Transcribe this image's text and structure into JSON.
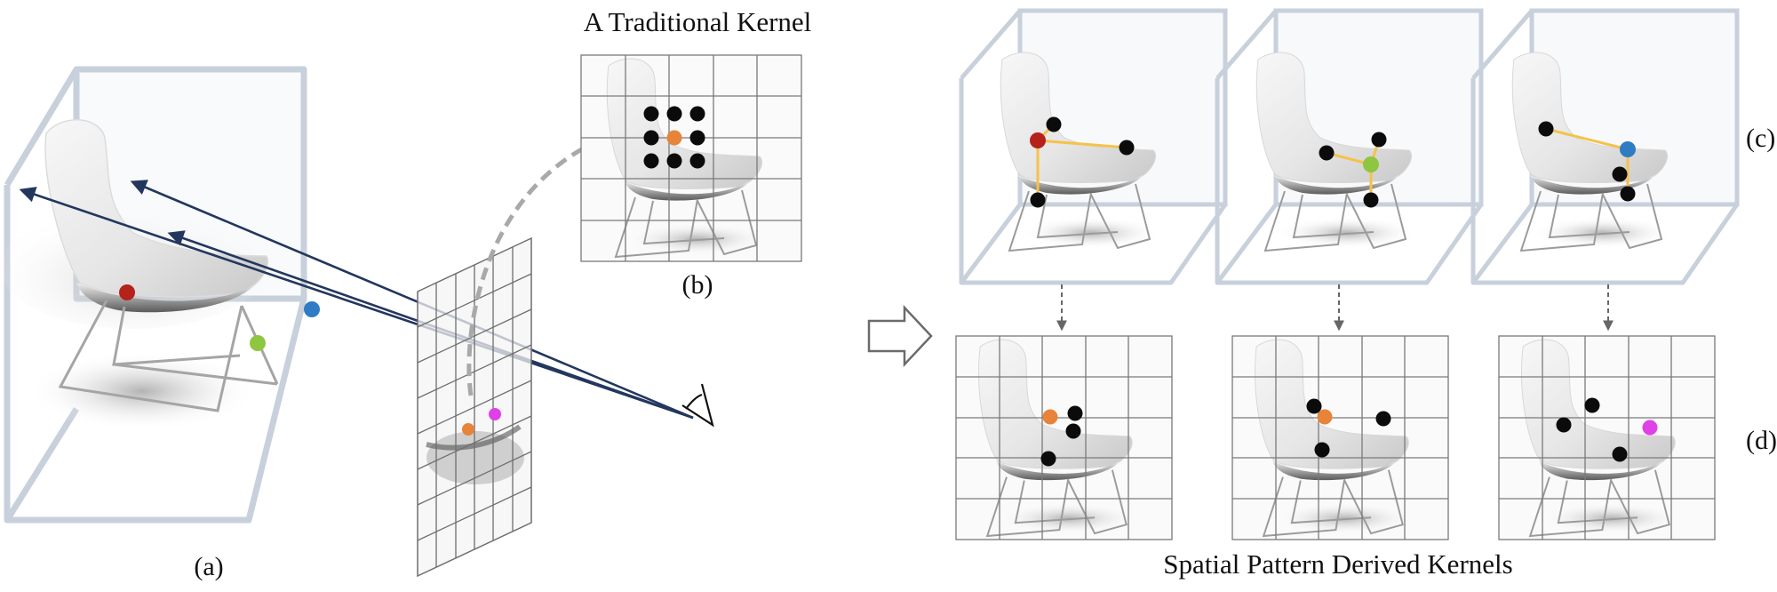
{
  "title_traditional": "A Traditional Kernel",
  "title_derived": "Spatial Pattern Derived Kernels",
  "labels": {
    "a": "(a)",
    "b": "(b)",
    "c": "(c)",
    "d": "(d)"
  },
  "colors": {
    "red": "#b5211b",
    "blue": "#2f7bc4",
    "green": "#8ec63f",
    "orange": "#e8833a",
    "magenta": "#e040e8",
    "black": "#0b0b0b",
    "ray": "#23375e",
    "link": "#f5c24a",
    "box": "#c8d0dc",
    "grid": "#8a8a8a"
  },
  "icons": {
    "viewer": "eye-icon",
    "transition": "hollow-right-arrow-icon"
  }
}
